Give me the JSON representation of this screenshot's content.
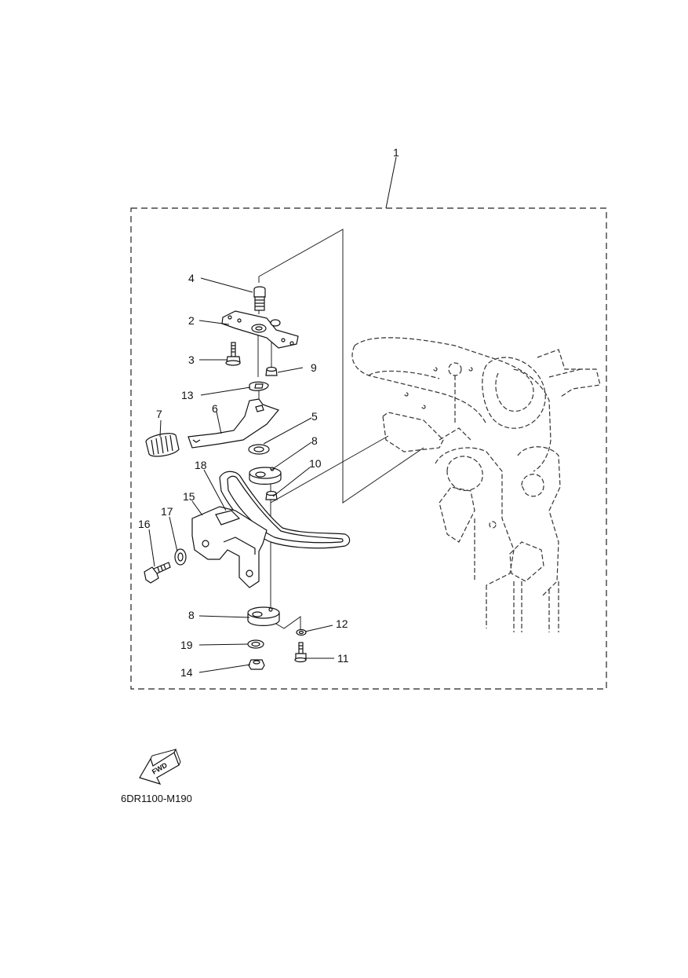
{
  "diagram": {
    "drawing_code": "6DR1100-M190",
    "fwd_label": "FWD",
    "callouts": [
      {
        "id": "1",
        "label": "1"
      },
      {
        "id": "4",
        "label": "4"
      },
      {
        "id": "2",
        "label": "2"
      },
      {
        "id": "3",
        "label": "3"
      },
      {
        "id": "9",
        "label": "9"
      },
      {
        "id": "13",
        "label": "13"
      },
      {
        "id": "7",
        "label": "7"
      },
      {
        "id": "6",
        "label": "6"
      },
      {
        "id": "5",
        "label": "5"
      },
      {
        "id": "8a",
        "label": "8"
      },
      {
        "id": "18",
        "label": "18"
      },
      {
        "id": "10",
        "label": "10"
      },
      {
        "id": "15",
        "label": "15"
      },
      {
        "id": "17",
        "label": "17"
      },
      {
        "id": "16",
        "label": "16"
      },
      {
        "id": "8b",
        "label": "8"
      },
      {
        "id": "12",
        "label": "12"
      },
      {
        "id": "19",
        "label": "19"
      },
      {
        "id": "11",
        "label": "11"
      },
      {
        "id": "14",
        "label": "14"
      }
    ]
  }
}
